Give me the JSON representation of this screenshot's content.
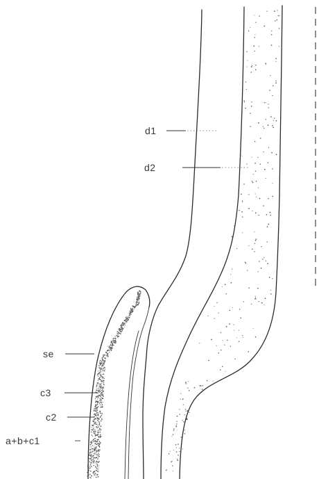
{
  "figure": {
    "labels": {
      "d1": "d1",
      "d2": "d2",
      "se": "se",
      "c3": "c3",
      "c2": "c2",
      "abc1": "a+b+c1"
    },
    "colors": {
      "line": "#2a2a2a",
      "stipple": "#5a5a5a",
      "background": "#ffffff"
    }
  }
}
